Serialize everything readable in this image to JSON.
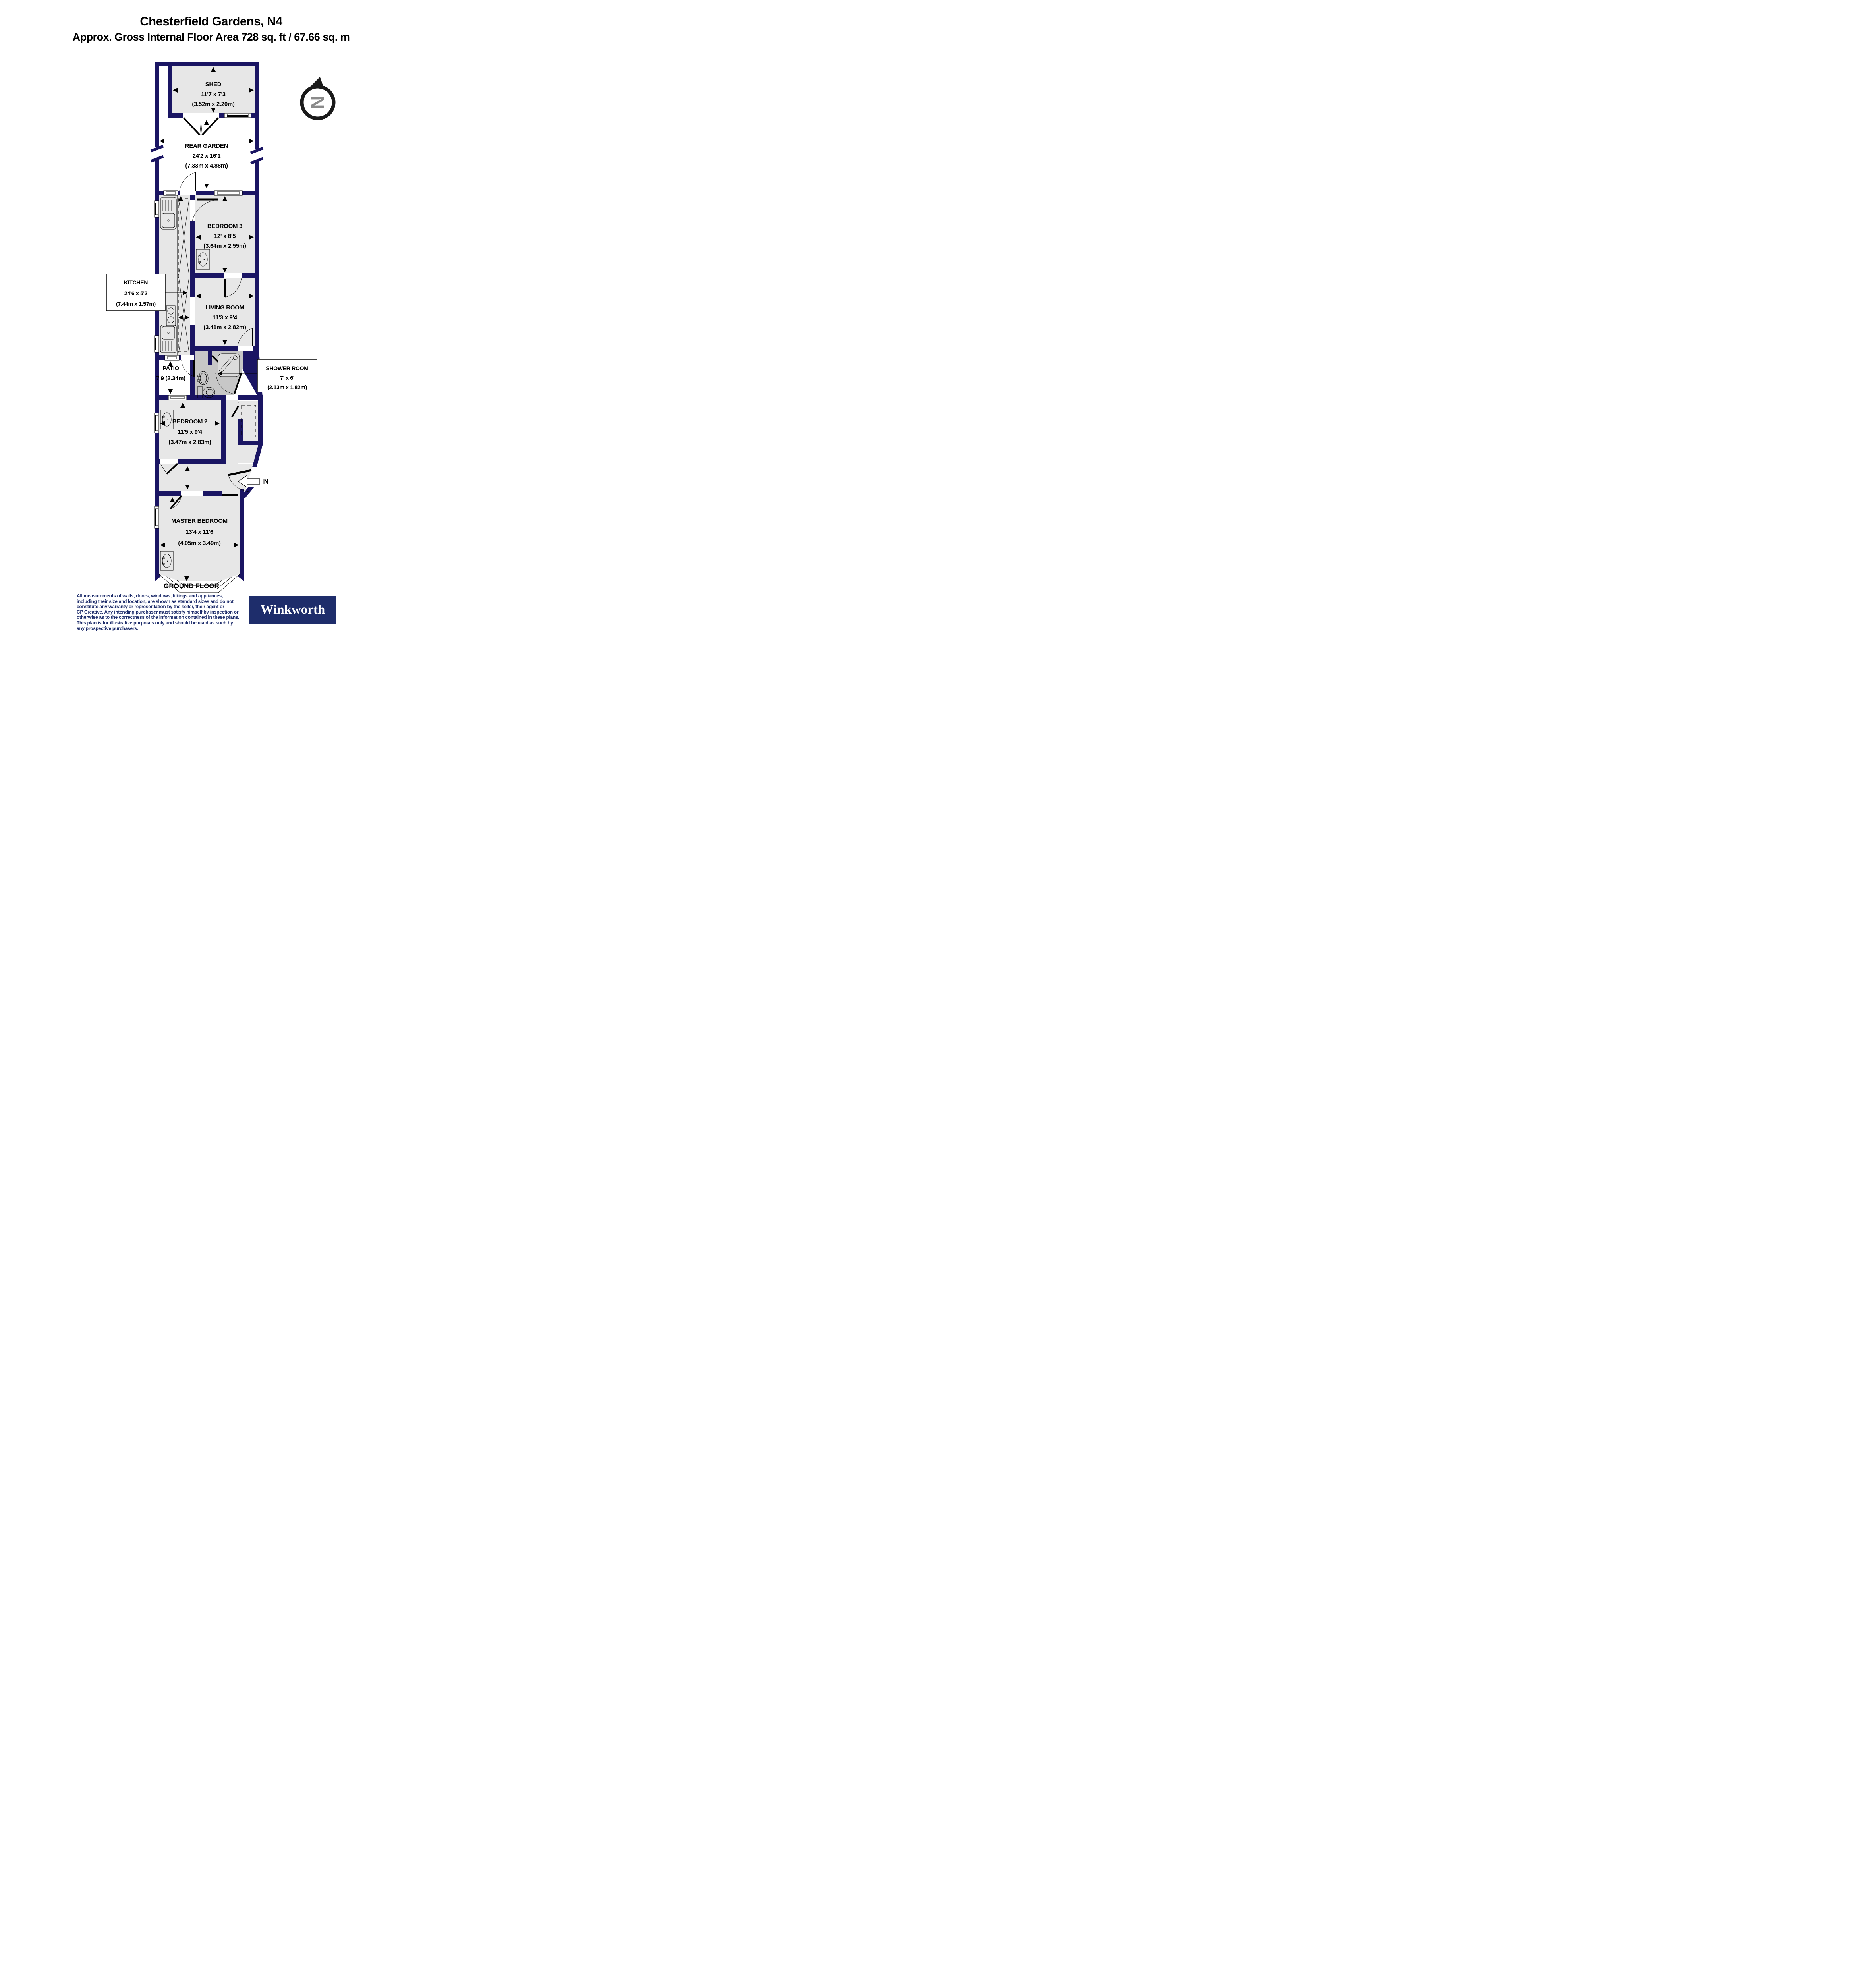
{
  "title": "Chesterfield Gardens, N4",
  "subtitle": "Approx. Gross Internal Floor Area 728 sq. ft / 67.66 sq. m",
  "floor_label": "GROUND FLOOR",
  "entrance_label": "IN",
  "compass": {
    "letter": "N",
    "icon": "north-arrow-icon"
  },
  "rooms": {
    "shed": {
      "name": "SHED",
      "imp": "11'7 x 7'3",
      "met": "(3.52m x 2.20m)"
    },
    "garden": {
      "name": "REAR GARDEN",
      "imp": "24'2 x 16'1",
      "met": "(7.33m x 4.88m)"
    },
    "bedroom3": {
      "name": "BEDROOM 3",
      "imp": "12' x 8'5",
      "met": "(3.64m x 2.55m)"
    },
    "kitchen": {
      "name": "KITCHEN",
      "imp": "24'6 x 5'2",
      "met": "(7.44m x 1.57m)"
    },
    "living": {
      "name": "LIVING ROOM",
      "imp": "11'3 x 9'4",
      "met": "(3.41m x 2.82m)"
    },
    "shower": {
      "name": "SHOWER ROOM",
      "imp": "7' x 6'",
      "met": "(2.13m x 1.82m)"
    },
    "patio": {
      "name": "PATIO",
      "dims": "7'9 (2.34m)"
    },
    "bedroom2": {
      "name": "BEDROOM 2",
      "imp": "11'5 x 9'4",
      "met": "(3.47m x 2.83m)"
    },
    "master": {
      "name": "MASTER BEDROOM",
      "imp": "13'4 x 11'6",
      "met": "(4.05m x 3.49m)"
    }
  },
  "logo": {
    "text": "Winkworth"
  },
  "disclaimer": {
    "lines": [
      "All measurements of walls, doors, windows, fittings and appliances,",
      "including their size and location, are shown as standard sizes and do not",
      "constitute any warranty or representation by the seller, their agent or",
      "CP Creative. Any intending purchaser must satisfy himself by inspection or",
      "otherwise as to the correctness of the information contained in these plans.",
      "This plan is for illustrative purposes only and should be used as such by",
      "any prospective purchasers."
    ]
  },
  "colors": {
    "wall": "#1a1563",
    "brand": "#1e2d6b",
    "room_fill": "#e7e7e7",
    "shower_fill": "#c7c7c7"
  }
}
